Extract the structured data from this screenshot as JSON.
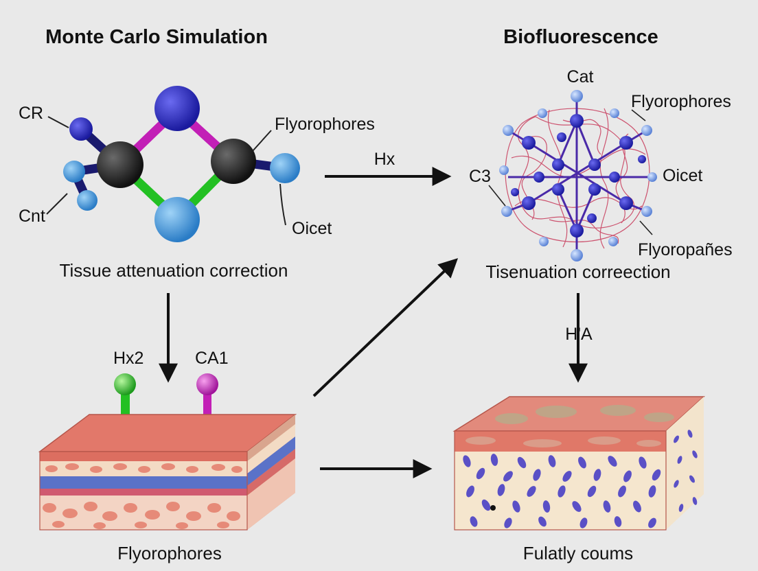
{
  "titles": {
    "left": "Monte Carlo Simulation",
    "right": "Biofluorescence"
  },
  "molecule_left": {
    "labels": [
      "CR",
      "Flyorophores",
      "Cnt",
      "Oicet"
    ],
    "caption": "Tissue attenuation correction"
  },
  "arrows": {
    "top_label": "Hx",
    "right_label": "H'A"
  },
  "molecule_right": {
    "labels": [
      "Cat",
      "Flyorophores",
      "C3",
      "Oicet",
      "Flyoropañes"
    ],
    "caption": "Tisenuation correection"
  },
  "tissue_left": {
    "probes": [
      "Hx2",
      "CA1"
    ],
    "caption": "Flyorophores"
  },
  "tissue_right": {
    "caption": "Fulatly coums"
  },
  "colors": {
    "background": "#e9e9e9",
    "atom_black": "#151515",
    "atom_navy": "#2323b3",
    "atom_blue": "#3b93d6",
    "bond_magenta": "#c21fb6",
    "bond_green": "#23c023",
    "tissue_red": "#dc6e60",
    "tissue_blue": "#5a72c8",
    "tissue_beige": "#f3dbc4",
    "cell_purple": "#5a50c6"
  }
}
